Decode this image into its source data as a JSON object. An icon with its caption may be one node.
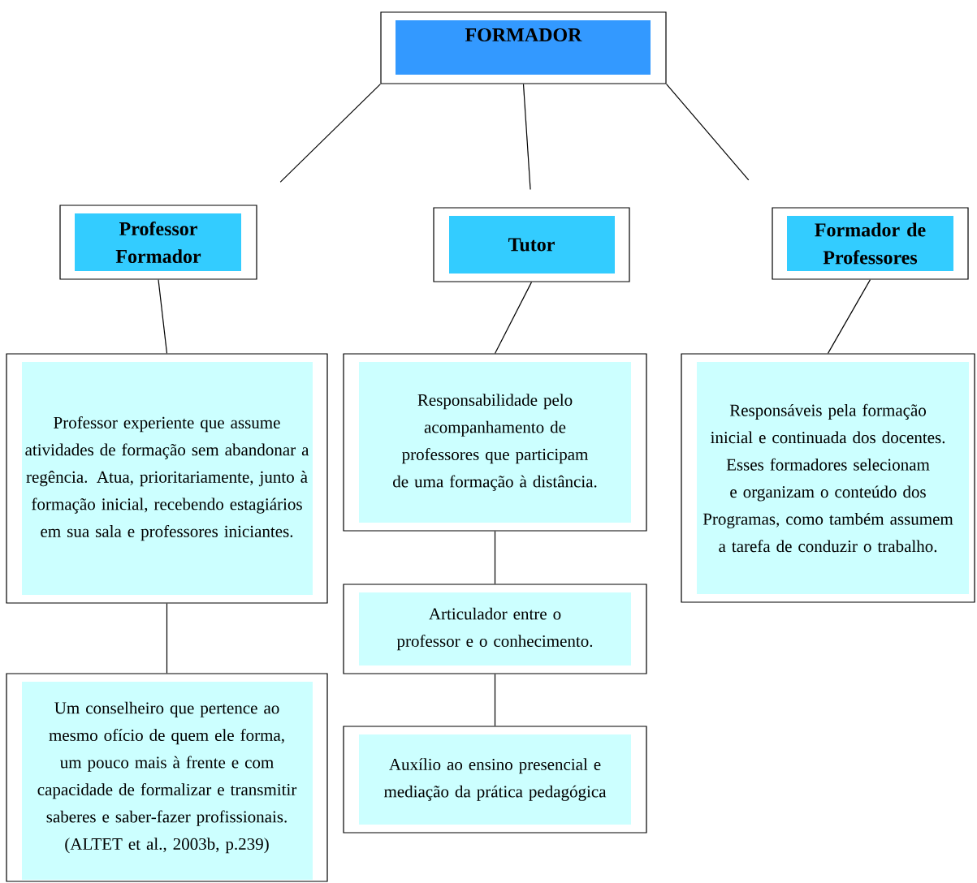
{
  "diagram": {
    "nodes": [
      {
        "text": [
          "FORMADOR"
        ]
      },
      {
        "text": [
          "Professor Formador"
        ]
      },
      {
        "text": [
          "Tutor"
        ]
      },
      {
        "text": [
          "Formador de Professores"
        ]
      },
      {
        "text": [
          "Professor experiente que assume atividades de formação sem abandonar a regência. Atua, prioritariamente, junto à formação inicial, recebendo estagiários em sua sala e professores iniciantes."
        ]
      },
      {
        "text": [
          "Responsabilidade pelo acompanhamento de professores que participam de uma formação à distância."
        ]
      },
      {
        "text": [
          "Responsáveis pela formação inicial e continuada dos docentes. Esses formadores selecionam e organizam o conteúdo dos Programas, como também assumem a tarefa de conduzir o trabalho."
        ]
      },
      {
        "text": [
          "Um conselheiro que pertence ao mesmo ofício de quem ele forma, um pouco mais à frente e com capacidade de formalizar e transmitir saberes e saber-fazer profissionais. (ALTET et al., 2003b, p.239)"
        ]
      },
      {
        "text": [
          "Articulador entre o professor e o conhecimento."
        ]
      },
      {
        "text": [
          "Auxílio ao ensino presencial e mediação da prática pedagógica"
        ]
      }
    ],
    "edges": [
      {
        "from": 0,
        "to": 1,
        "arrow": "none"
      },
      {
        "from": 0,
        "to": 2,
        "arrow": "none"
      },
      {
        "from": 0,
        "to": 3,
        "arrow": "none"
      },
      {
        "from": 1,
        "to": 4,
        "arrow": "none"
      },
      {
        "from": 4,
        "to": 7,
        "arrow": "none"
      },
      {
        "from": 2,
        "to": 5,
        "arrow": "none"
      },
      {
        "from": 5,
        "to": 8,
        "arrow": "none"
      },
      {
        "from": 8,
        "to": 9,
        "arrow": "none"
      },
      {
        "from": 3,
        "to": 6,
        "arrow": "none"
      }
    ]
  }
}
